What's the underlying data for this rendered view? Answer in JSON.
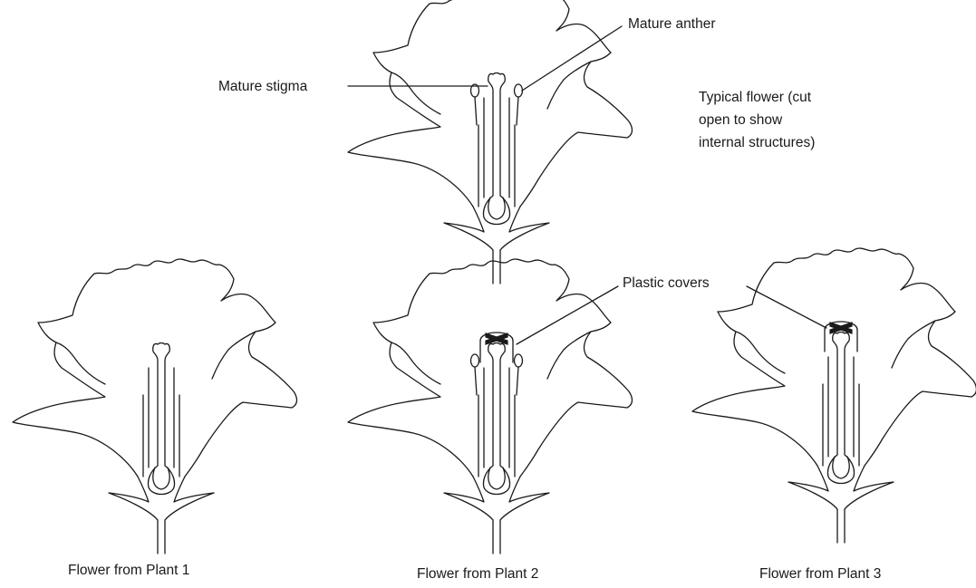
{
  "labels": {
    "mature_anther": "Mature anther",
    "mature_stigma": "Mature stigma",
    "typical_line1": "Typical flower (cut",
    "typical_line2": "open to show",
    "typical_line3": "internal structures)",
    "plastic_covers": "Plastic covers",
    "plant1": "Flower from Plant 1",
    "plant2": "Flower from Plant 2",
    "plant3": "Flower from Plant 3"
  },
  "flowers": [
    {
      "id": "typical",
      "anthers": true,
      "stigma_covered": false
    },
    {
      "id": "plant1",
      "anthers": false,
      "stigma_covered": false
    },
    {
      "id": "plant2",
      "anthers": true,
      "stigma_covered": true
    },
    {
      "id": "plant3",
      "anthers": false,
      "stigma_covered": true
    }
  ]
}
